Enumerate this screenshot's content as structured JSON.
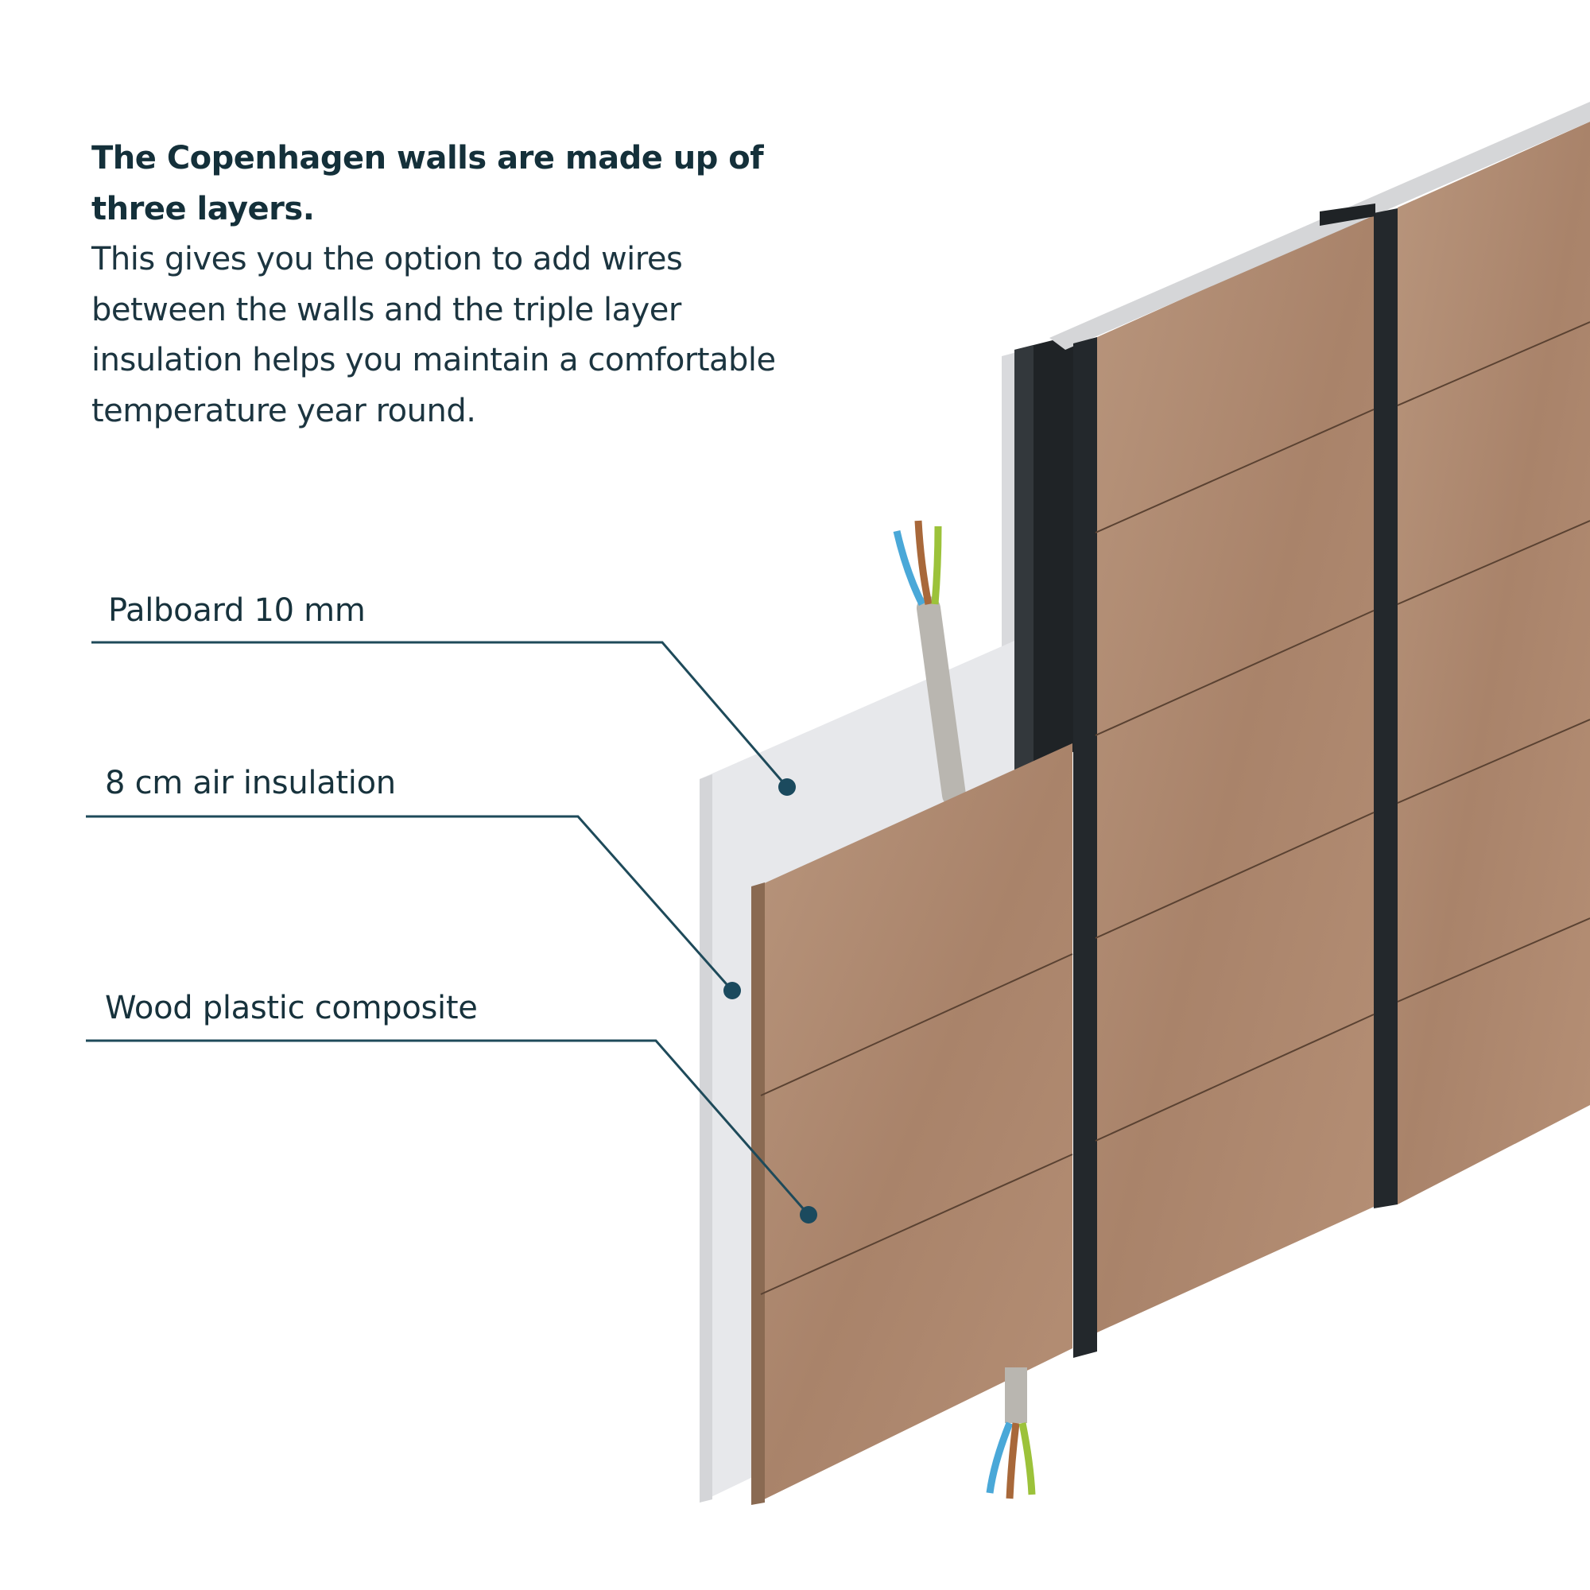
{
  "intro": {
    "title": "The Copenhagen walls are made up of three layers.",
    "body": "This gives you the option to add wires between the walls and the triple layer insulation helps you maintain a comfortable temperature year round."
  },
  "labels": [
    {
      "text": "Palboard 10 mm"
    },
    {
      "text": "8 cm air insulation"
    },
    {
      "text": "Wood plastic composite"
    }
  ],
  "colors": {
    "text": "#17323c",
    "leader": "#1e4a5a",
    "wood": "#b08c72",
    "post": "#1f2326",
    "board": "#e6e7ea"
  }
}
